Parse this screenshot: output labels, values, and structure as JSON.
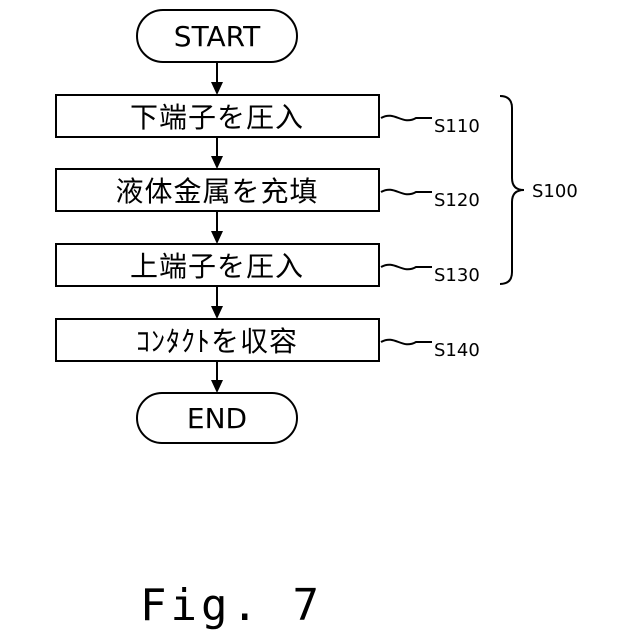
{
  "diagram": {
    "start_label": "START",
    "end_label": "END",
    "steps": [
      {
        "text": "下端子を圧入",
        "ref": "S110"
      },
      {
        "text": "液体金属を充填",
        "ref": "S120"
      },
      {
        "text": "上端子を圧入",
        "ref": "S130"
      },
      {
        "text": "ｺﾝﾀｸﾄを収容",
        "ref": "S140"
      }
    ],
    "group_ref": "S100",
    "figure_caption": "Fig. 7"
  }
}
